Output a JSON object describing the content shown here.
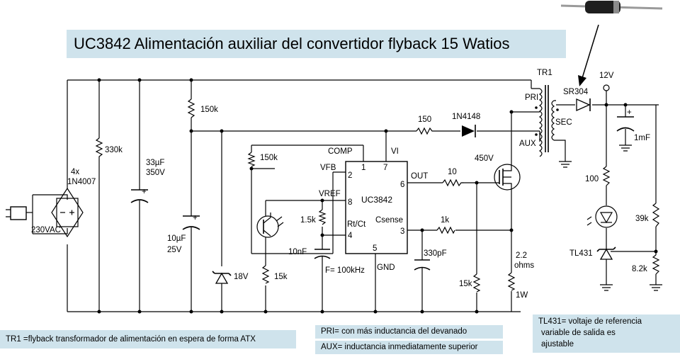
{
  "title": "UC3842 Alimentación auxiliar del convertidor flyback   15 Watios",
  "notes": {
    "tr1": "TR1 =flyback transformador de alimentación en espera de forma ATX",
    "pri": "PRI= con más inductancia del devanado",
    "aux": "AUX= inductancia inmediatamente superior",
    "tl431_line1": "TL431= voltaje de referencia",
    "tl431_line2": "variable de salida  es",
    "tl431_line3": "ajustable"
  },
  "labels": {
    "mains": "230VAC",
    "bridge_qty": "4x",
    "bridge_part": "1N4007",
    "r_330k": "330k",
    "c_33uf": "33µF",
    "c_33uf_v": "350V",
    "r_150k_top": "150k",
    "c_10uf": "10µF",
    "c_10uf_v": "25V",
    "zener_18v": "18V",
    "r_150k_fb": "150k",
    "r_1_5k": "1.5k",
    "r_15k_left": "15k",
    "c_10nf": "10nF",
    "freq": "F= 100kHz",
    "ic": "UC3842",
    "pin_comp": "COMP",
    "pin_vi": "VI",
    "pin_vfb": "VFB",
    "pin_vref": "VREF",
    "pin_rtct": "Rt/Ct",
    "pin_out": "OUT",
    "pin_csense": "Csense",
    "pin_gnd": "GND",
    "pin_1": "1",
    "pin_7": "7",
    "pin_2": "2",
    "pin_8": "8",
    "pin_4": "4",
    "pin_6": "6",
    "pin_3": "3",
    "pin_5": "5",
    "r_150": "150",
    "d_1n4148": "1N4148",
    "mosfet_v": "450V",
    "r_10": "10",
    "r_1k": "1k",
    "c_330pf": "330pF",
    "r_15k_right": "15k",
    "r_sense": "2.2",
    "r_sense_unit": "ohms",
    "r_sense_power": "1W",
    "tr1": "TR1",
    "pri": "PRI",
    "sec": "SEC",
    "aux": "AUX",
    "d_sr304": "SR304",
    "vout": "12V",
    "c_1mf": "1mF",
    "r_100": "100",
    "r_39k": "39k",
    "r_8_2k": "8.2k",
    "tl431": "TL431"
  }
}
